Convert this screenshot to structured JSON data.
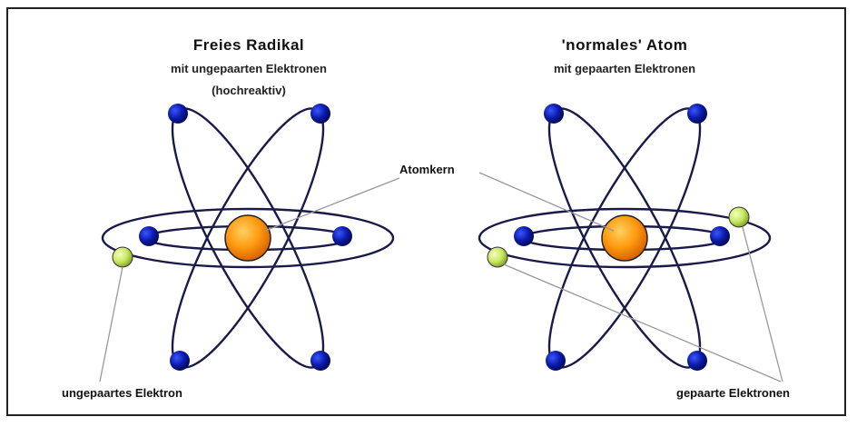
{
  "left_atom": {
    "title": "Freies Radikal",
    "subtitle_line1": "mit ungepaarten Elektronen",
    "subtitle_line2": "(hochreaktiv)",
    "label_electron": "ungepaartes Elektron"
  },
  "right_atom": {
    "title": "'normales' Atom",
    "subtitle_line1": "mit gepaarten Elektronen",
    "label_electrons": "gepaarte Elektronen"
  },
  "center_label": "Atomkern",
  "colors": {
    "orbit": "#1a1a4a",
    "electron_blue": "#0a1aa8",
    "electron_unpaired": "#c8e860",
    "nucleus": "#ff9a10",
    "nucleus_dark": "#e06a00",
    "leader_line": "#999999",
    "frame": "#222222"
  }
}
